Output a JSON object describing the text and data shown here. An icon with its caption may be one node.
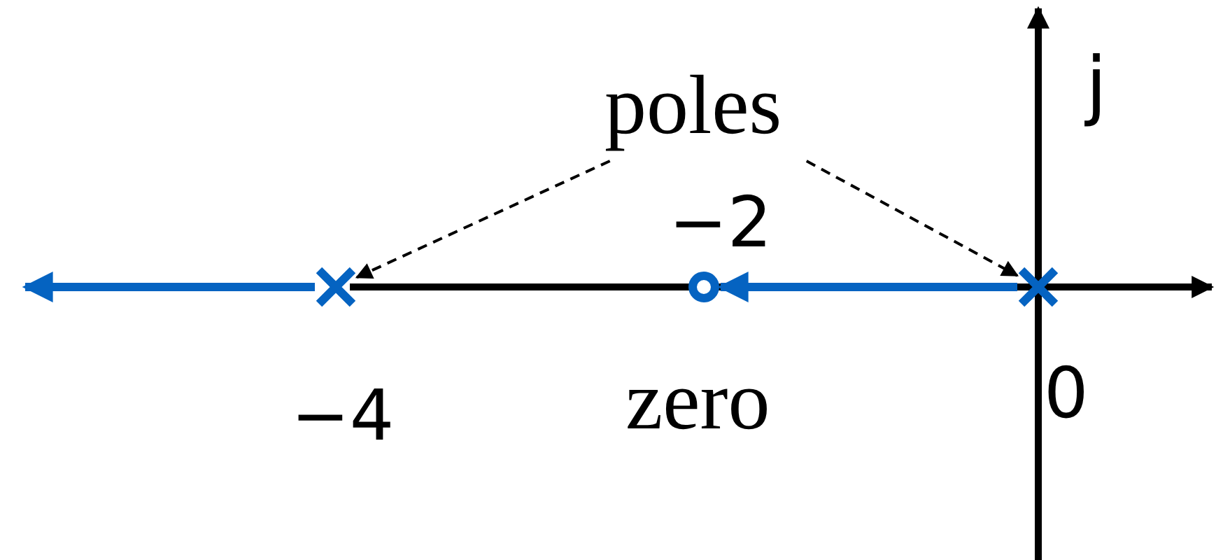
{
  "diagram": {
    "nodes": [
      {
        "text": [
          "poles"
        ]
      },
      {
        "text": [],
        "shape": "cross"
      },
      {
        "text": [],
        "shape": "cross"
      },
      {
        "text": [],
        "shape": "circle",
        "beside": [
          "zero"
        ]
      }
    ],
    "edges": [
      {
        "from": 0,
        "to": 1,
        "arrow": "to",
        "style": "dashed"
      },
      {
        "from": 0,
        "to": 2,
        "arrow": "to",
        "style": "dashed"
      },
      {
        "from": 2,
        "to": 3,
        "arrow": "to",
        "style": "thick",
        "color": "#0563c1"
      },
      {
        "from": 1,
        "to": null,
        "arrow": "to",
        "style": "thick",
        "color": "#0563c1"
      }
    ],
    "labels": [
      "j",
      "−2",
      "−4",
      "0"
    ]
  }
}
